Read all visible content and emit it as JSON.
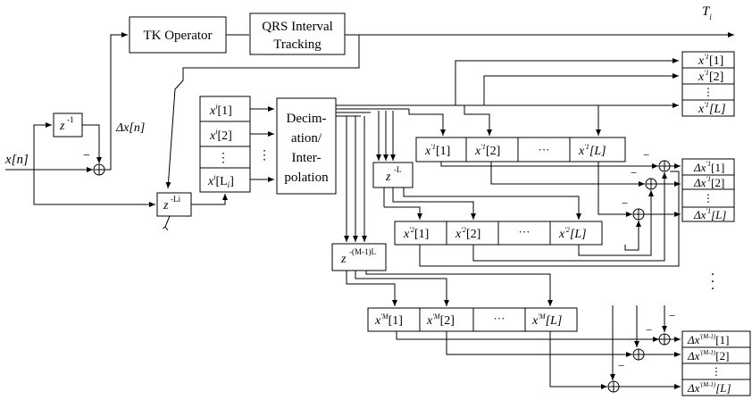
{
  "input_label": "x[n]",
  "delta_label": "Δx[n]",
  "minus": "−",
  "plus": "⊕",
  "ti_label": "T",
  "ti_sub": "i",
  "z1": {
    "base": "z",
    "exp": "-1"
  },
  "zLi": {
    "base": "z",
    "exp": "-Li"
  },
  "zL": {
    "base": "z",
    "exp": "-L"
  },
  "zML": {
    "base": "z",
    "exp": "-(M-1)L"
  },
  "tk_operator": "TK Operator",
  "qrs": {
    "line1": "QRS Interval",
    "line2": "Tracking"
  },
  "decim": {
    "l1": "Decim-",
    "l2": "ation/",
    "l3": "Inter-",
    "l4": "polation"
  },
  "xi": {
    "c1": "x",
    "s1": "i",
    "i1": "[1]",
    "c2": "x",
    "s2": "i",
    "i2": "[2]",
    "dots": "⋮",
    "c3": "x",
    "s3": "i",
    "i3": "[L",
    "sub3": "i",
    "end3": "]"
  },
  "side_dots": "⋮",
  "hdots": "···",
  "row1": {
    "base": "x",
    "sup": "'1",
    "a": "[1]",
    "b": "[2]",
    "c": "[L]"
  },
  "row2": {
    "base": "x",
    "sup": "'2",
    "a": "[1]",
    "b": "[2]",
    "c": "[L]"
  },
  "rowM": {
    "base": "x",
    "sup": "'M",
    "a": "[1]",
    "b": "[2]",
    "c": "[L]"
  },
  "out1": {
    "base": "x",
    "sup": "'1",
    "a": "[1]",
    "b": "[2]",
    "c": "[L]"
  },
  "dout1": {
    "pre": "Δx",
    "sup": "'1",
    "a": "[1]",
    "b": "[2]",
    "c": "[L]"
  },
  "doutM": {
    "pre": "Δx",
    "sup": "'(M-1)",
    "a": "[1]",
    "b": "[2]",
    "c": "[L]"
  }
}
